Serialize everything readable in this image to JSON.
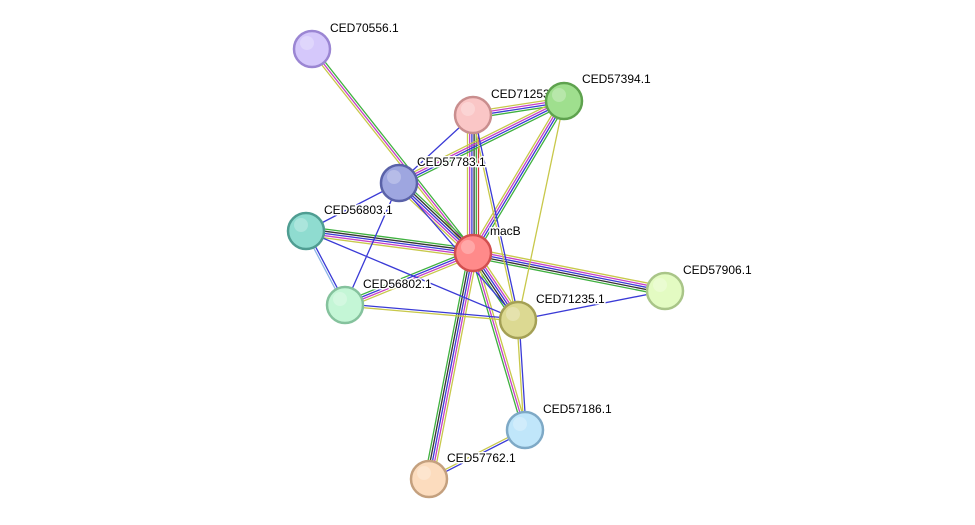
{
  "network": {
    "nodes": [
      {
        "id": "macB",
        "label": "macB",
        "fill": "#ff8a8a",
        "stroke": "#d24f4f",
        "query": true
      },
      {
        "id": "CED70556.1",
        "label": "CED70556.1",
        "fill": "#d5c8fb",
        "stroke": "#9b86d3"
      },
      {
        "id": "CED71253.1",
        "label": "CED71253.1",
        "fill": "#fac6c6",
        "stroke": "#c98e8e"
      },
      {
        "id": "CED57394.1",
        "label": "CED57394.1",
        "fill": "#9fdf8e",
        "stroke": "#5ea24e"
      },
      {
        "id": "CED57783.1",
        "label": "CED57783.1",
        "fill": "#9ea6e0",
        "stroke": "#5a62a8"
      },
      {
        "id": "CED56803.1",
        "label": "CED56803.1",
        "fill": "#8fdcd0",
        "stroke": "#4f9d92"
      },
      {
        "id": "CED56802.1",
        "label": "CED56802.1",
        "fill": "#c4f6d6",
        "stroke": "#85c29d"
      },
      {
        "id": "CED71235.1",
        "label": "CED71235.1",
        "fill": "#dcd992",
        "stroke": "#a4a055"
      },
      {
        "id": "CED57906.1",
        "label": "CED57906.1",
        "fill": "#e3fbc2",
        "stroke": "#a9c588"
      },
      {
        "id": "CED57186.1",
        "label": "CED57186.1",
        "fill": "#c0e6fa",
        "stroke": "#7ea9c6"
      },
      {
        "id": "CED57762.1",
        "label": "CED57762.1",
        "fill": "#fcdcbe",
        "stroke": "#c4a07e"
      }
    ],
    "edge_colors": {
      "green": "#3fb13f",
      "red": "#d23a3a",
      "blue": "#3a3ad6",
      "magenta": "#c640c6",
      "black": "#333333",
      "yellow": "#c8c84a",
      "lightblue": "#8fb6e8"
    },
    "edges": [
      {
        "source": "macB",
        "target": "CED70556.1",
        "types": [
          "yellow",
          "magenta",
          "green"
        ]
      },
      {
        "source": "macB",
        "target": "CED71253.1",
        "types": [
          "yellow",
          "magenta",
          "blue",
          "black",
          "green",
          "red"
        ]
      },
      {
        "source": "macB",
        "target": "CED57394.1",
        "types": [
          "yellow",
          "magenta",
          "blue",
          "green"
        ]
      },
      {
        "source": "macB",
        "target": "CED57783.1",
        "types": [
          "yellow",
          "magenta",
          "blue",
          "black",
          "green"
        ]
      },
      {
        "source": "macB",
        "target": "CED56803.1",
        "types": [
          "yellow",
          "magenta",
          "blue",
          "black",
          "green"
        ]
      },
      {
        "source": "macB",
        "target": "CED56802.1",
        "types": [
          "yellow",
          "magenta",
          "blue",
          "green"
        ]
      },
      {
        "source": "macB",
        "target": "CED71235.1",
        "types": [
          "yellow",
          "magenta",
          "blue",
          "black",
          "green"
        ]
      },
      {
        "source": "macB",
        "target": "CED57906.1",
        "types": [
          "yellow",
          "magenta",
          "blue",
          "black",
          "green"
        ]
      },
      {
        "source": "macB",
        "target": "CED57186.1",
        "types": [
          "yellow",
          "magenta",
          "green"
        ]
      },
      {
        "source": "macB",
        "target": "CED57762.1",
        "types": [
          "yellow",
          "magenta",
          "blue",
          "black",
          "green"
        ]
      },
      {
        "source": "CED71253.1",
        "target": "CED57394.1",
        "types": [
          "yellow",
          "magenta",
          "blue",
          "green"
        ]
      },
      {
        "source": "CED57783.1",
        "target": "CED71253.1",
        "types": [
          "blue"
        ]
      },
      {
        "source": "CED57783.1",
        "target": "CED57394.1",
        "types": [
          "yellow",
          "magenta",
          "blue",
          "green"
        ]
      },
      {
        "source": "CED71253.1",
        "target": "CED71235.1",
        "types": [
          "blue",
          "yellow"
        ]
      },
      {
        "source": "CED57394.1",
        "target": "CED71235.1",
        "types": [
          "yellow"
        ]
      },
      {
        "source": "CED57783.1",
        "target": "CED56803.1",
        "types": [
          "blue"
        ]
      },
      {
        "source": "CED57783.1",
        "target": "CED56802.1",
        "types": [
          "blue"
        ]
      },
      {
        "source": "CED57783.1",
        "target": "CED71235.1",
        "types": [
          "blue"
        ]
      },
      {
        "source": "CED56803.1",
        "target": "CED56802.1",
        "types": [
          "blue",
          "lightblue"
        ]
      },
      {
        "source": "CED56803.1",
        "target": "CED71235.1",
        "types": [
          "blue"
        ]
      },
      {
        "source": "CED56802.1",
        "target": "CED71235.1",
        "types": [
          "blue",
          "yellow"
        ]
      },
      {
        "source": "CED71235.1",
        "target": "CED57906.1",
        "types": [
          "blue"
        ]
      },
      {
        "source": "CED71235.1",
        "target": "CED57186.1",
        "types": [
          "blue",
          "yellow"
        ]
      },
      {
        "source": "CED57186.1",
        "target": "CED57762.1",
        "types": [
          "blue",
          "yellow"
        ]
      }
    ]
  }
}
